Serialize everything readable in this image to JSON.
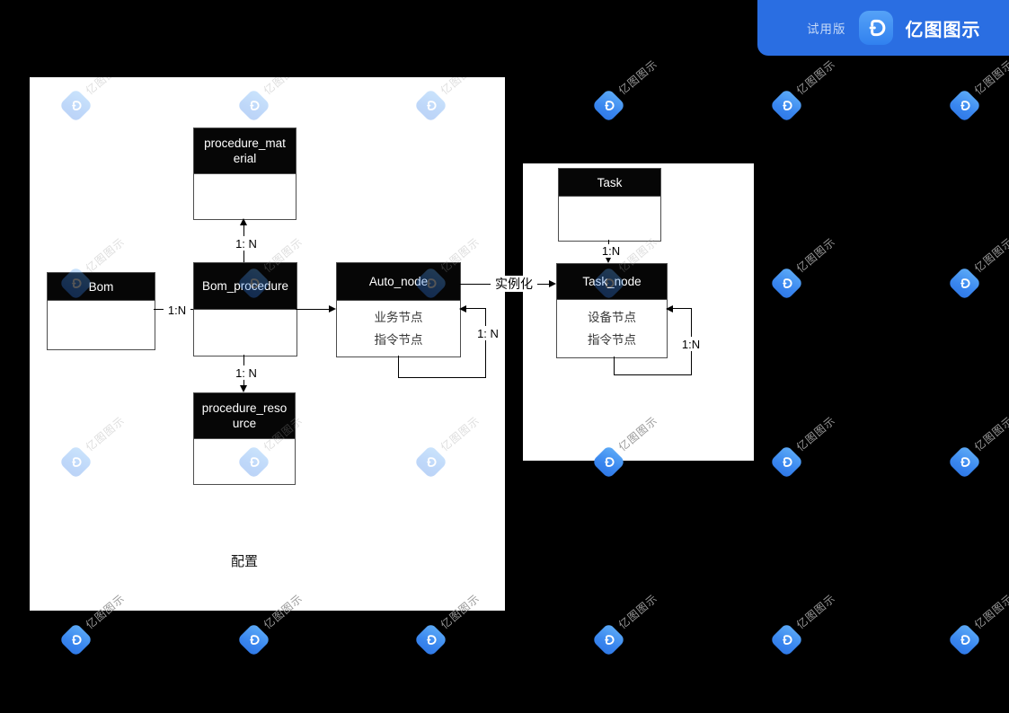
{
  "banner": {
    "trial_label": "试用版",
    "brand_name": "亿图图示",
    "background_color": "#2a6ee2"
  },
  "watermark": {
    "text": "亿图图示",
    "icon": "edraw-diamond-logo",
    "icon_color": "#3a87ef"
  },
  "diagram": {
    "region_label": "配置",
    "entities": [
      {
        "id": "procedure_material",
        "title": "procedure_material",
        "body_lines": []
      },
      {
        "id": "bom",
        "title": "Bom",
        "body_lines": []
      },
      {
        "id": "bom_procedure",
        "title": "Bom_procedure",
        "body_lines": []
      },
      {
        "id": "auto_node",
        "title": "Auto_node",
        "body_lines": [
          "业务节点",
          "指令节点"
        ]
      },
      {
        "id": "procedure_resource",
        "title": "procedure_resource",
        "body_lines": []
      },
      {
        "id": "task",
        "title": "Task",
        "body_lines": []
      },
      {
        "id": "task_node",
        "title": "Task_node",
        "body_lines": [
          "设备节点",
          "指令节点"
        ]
      }
    ],
    "edges": {
      "bom_to_bom_procedure": {
        "label": "1:N"
      },
      "bom_procedure_to_procedure_material": {
        "label": "1: N"
      },
      "bom_procedure_to_procedure_resource": {
        "label": "1: N"
      },
      "auto_node_self_loop": {
        "label": "1: N"
      },
      "auto_node_to_task_node": {
        "label": "实例化"
      },
      "task_to_task_node": {
        "label": "1:N"
      },
      "task_node_self_loop": {
        "label": "1:N"
      }
    },
    "colors": {
      "entity_header_bg": "#060606",
      "entity_header_text": "#ffffff",
      "connector": "#000000",
      "canvas_bg": "#ffffff",
      "page_bg": "#000000"
    }
  }
}
